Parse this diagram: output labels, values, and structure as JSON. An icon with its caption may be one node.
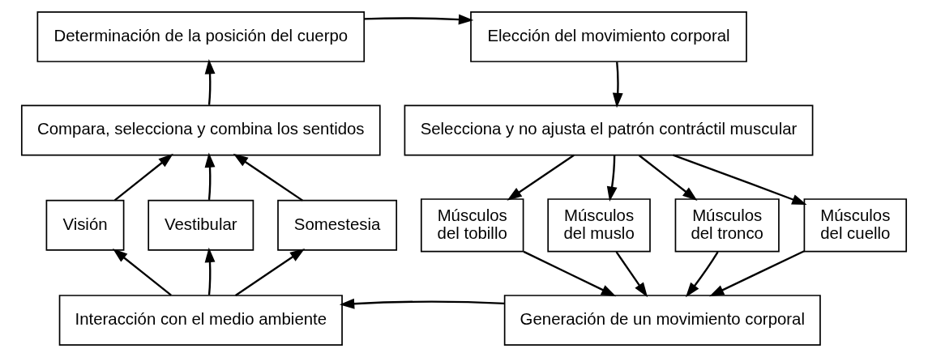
{
  "diagram": {
    "nodes": [
      {
        "text": [
          "Determinación de la posición del cuerpo"
        ]
      },
      {
        "text": [
          "Elección del movimiento corporal"
        ]
      },
      {
        "text": [
          "Compara, selecciona y combina los sentidos"
        ]
      },
      {
        "text": [
          "Selecciona y no ajusta el patrón contráctil muscular"
        ]
      },
      {
        "text": [
          "Visión"
        ]
      },
      {
        "text": [
          "Vestibular"
        ]
      },
      {
        "text": [
          "Somestesia"
        ]
      },
      {
        "text": [
          "Músculos del tobillo"
        ]
      },
      {
        "text": [
          "Músculos del muslo"
        ]
      },
      {
        "text": [
          "Músculos del tronco"
        ]
      },
      {
        "text": [
          "Músculos del cuello"
        ]
      },
      {
        "text": [
          "Interacción con el medio ambiente"
        ]
      },
      {
        "text": [
          "Generación de un movimiento corporal"
        ]
      }
    ],
    "edges": [
      {
        "from": 0,
        "to": 1,
        "arrow": "to"
      },
      {
        "from": 1,
        "to": 3,
        "arrow": "to"
      },
      {
        "from": 3,
        "to": 7,
        "arrow": "to"
      },
      {
        "from": 3,
        "to": 8,
        "arrow": "to"
      },
      {
        "from": 3,
        "to": 9,
        "arrow": "to"
      },
      {
        "from": 3,
        "to": 10,
        "arrow": "to"
      },
      {
        "from": 7,
        "to": 12,
        "arrow": "to"
      },
      {
        "from": 8,
        "to": 12,
        "arrow": "to"
      },
      {
        "from": 9,
        "to": 12,
        "arrow": "to"
      },
      {
        "from": 10,
        "to": 12,
        "arrow": "to"
      },
      {
        "from": 12,
        "to": 11,
        "arrow": "to"
      },
      {
        "from": 11,
        "to": 4,
        "arrow": "to"
      },
      {
        "from": 11,
        "to": 5,
        "arrow": "to"
      },
      {
        "from": 11,
        "to": 6,
        "arrow": "to"
      },
      {
        "from": 4,
        "to": 2,
        "arrow": "to"
      },
      {
        "from": 5,
        "to": 2,
        "arrow": "to"
      },
      {
        "from": 6,
        "to": 2,
        "arrow": "to"
      },
      {
        "from": 2,
        "to": 0,
        "arrow": "to"
      }
    ]
  }
}
